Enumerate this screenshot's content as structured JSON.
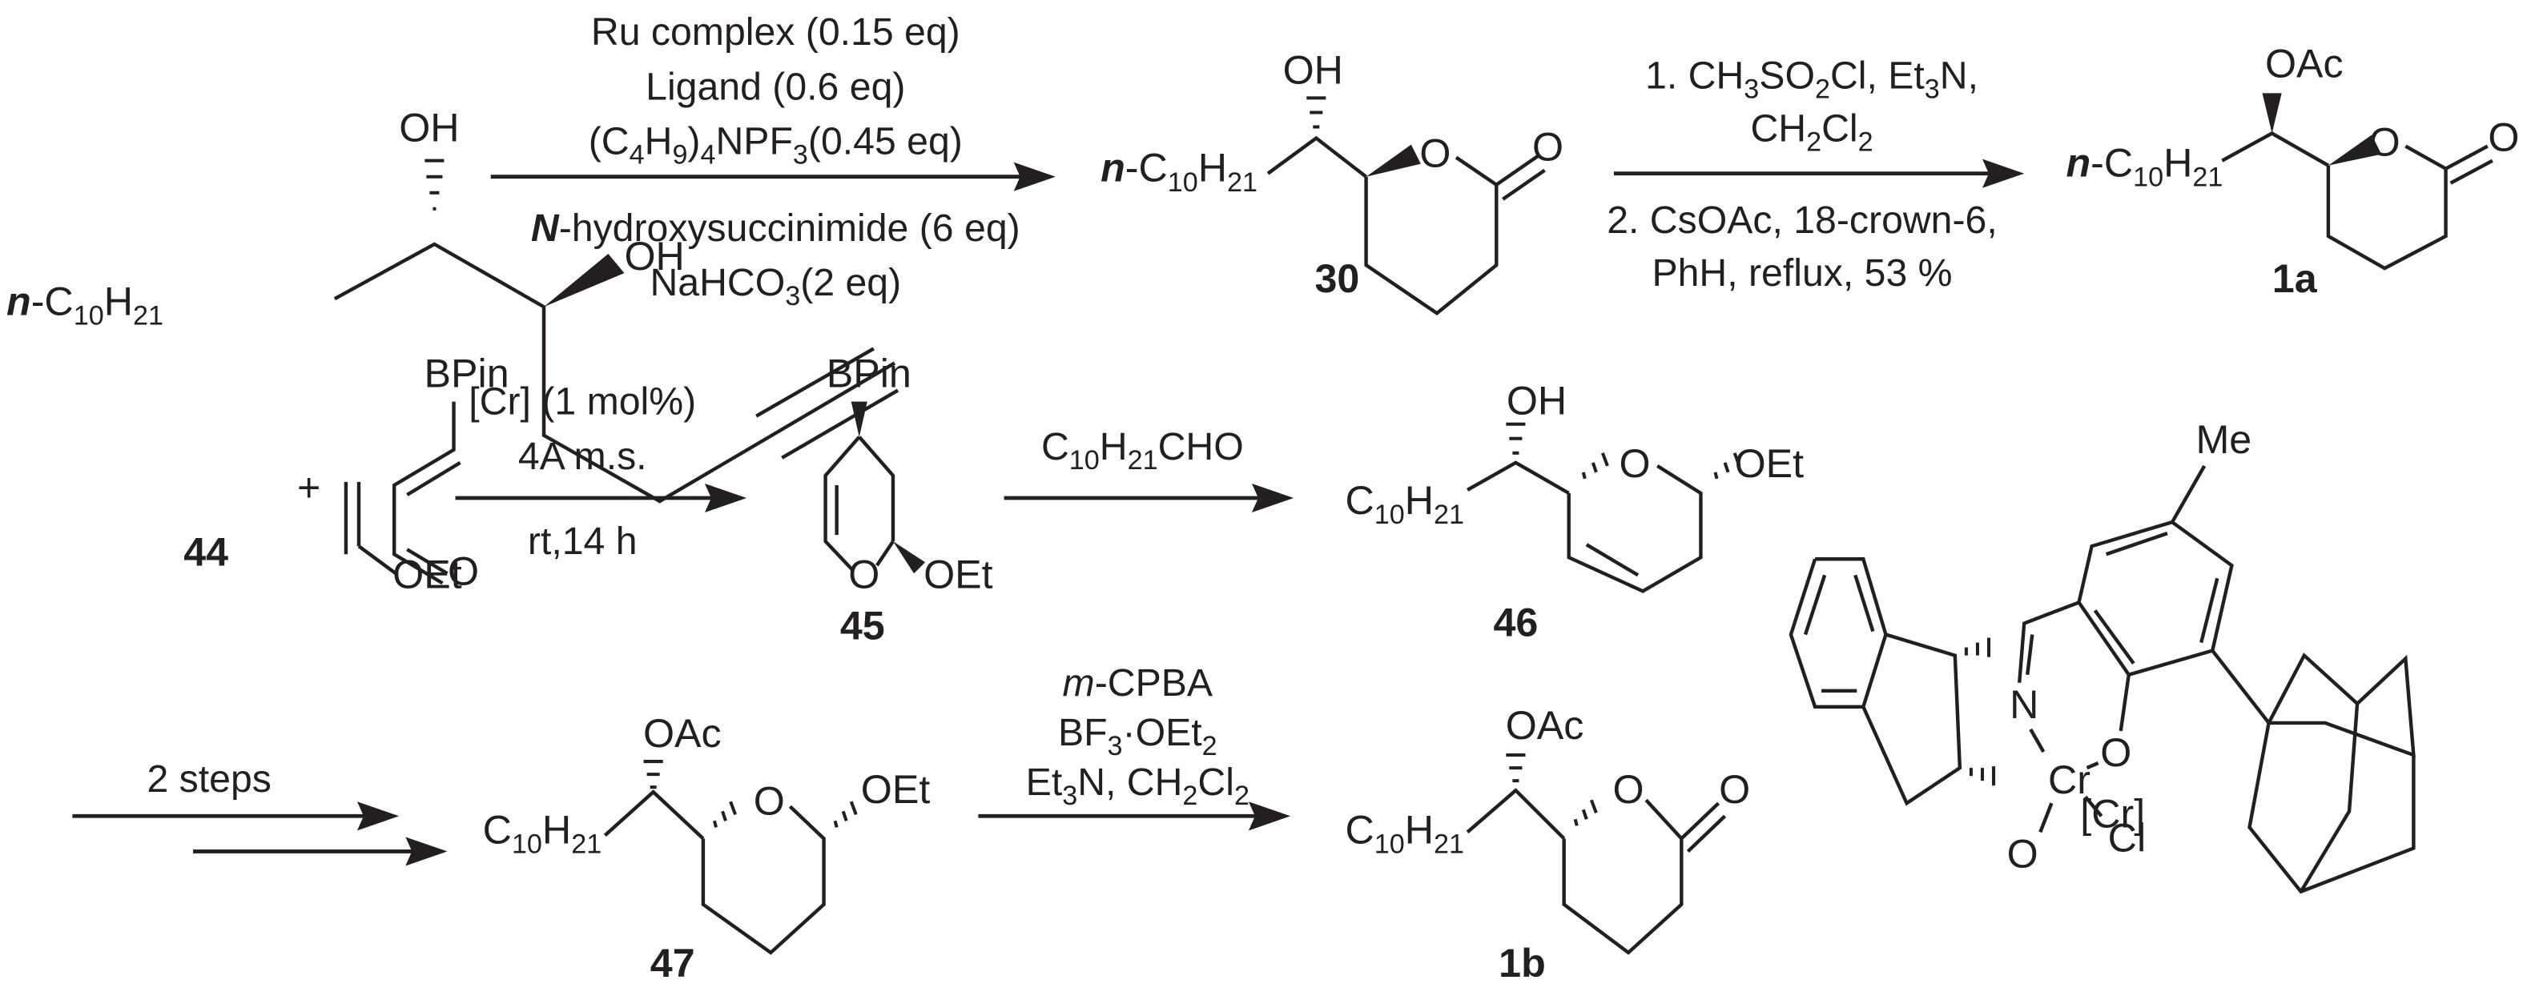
{
  "scheme": {
    "compounds": {
      "c44": {
        "label": "44",
        "alkyl_prefix": "n",
        "alkyl_c": "-C",
        "alkyl_c_sub": "10",
        "alkyl_h": "H",
        "alkyl_h_sub": "21",
        "oh1": "OH",
        "oh2": "OH"
      },
      "c30": {
        "label": "30",
        "alkyl_prefix": "n",
        "alkyl_c": "-C",
        "alkyl_c_sub": "10",
        "alkyl_h": "H",
        "alkyl_h_sub": "21",
        "oh": "OH",
        "ring_o": "O",
        "carbonyl_o": "O"
      },
      "c1a": {
        "label": "1a",
        "alkyl_prefix": "n",
        "alkyl_c": "-C",
        "alkyl_c_sub": "10",
        "alkyl_h": "H",
        "alkyl_h_sub": "21",
        "oac": "OAc",
        "ring_o": "O",
        "carbonyl_o": "O"
      },
      "boryl_enal": {
        "bpin": "BPin",
        "o": "O"
      },
      "vinyl_ether": {
        "oet": "OEt"
      },
      "plus": "+",
      "c45": {
        "label": "45",
        "bpin": "BPin",
        "ring_o": "O",
        "oet": "OEt"
      },
      "c46": {
        "label": "46",
        "alkyl_c": "C",
        "alkyl_c_sub": "10",
        "alkyl_h": "H",
        "alkyl_h_sub": "21",
        "oh": "OH",
        "ring_o": "O",
        "oet": "OEt"
      },
      "c47": {
        "label": "47",
        "alkyl_c": "C",
        "alkyl_c_sub": "10",
        "alkyl_h": "H",
        "alkyl_h_sub": "21",
        "oac": "OAc",
        "ring_o": "O",
        "oet": "OEt"
      },
      "c1b": {
        "label": "1b",
        "alkyl_c": "C",
        "alkyl_c_sub": "10",
        "alkyl_h": "H",
        "alkyl_h_sub": "21",
        "oac": "OAc",
        "ring_o": "O",
        "carbonyl_o": "O"
      },
      "catalyst": {
        "label": "[Cr]",
        "me": "Me",
        "n": "N",
        "cr": "Cr",
        "o_phenoxide": "O",
        "o_alkoxide": "O",
        "cl": "Cl"
      }
    },
    "conditions": {
      "step1": {
        "above": [
          {
            "text": "Ru complex (0.15 eq)"
          },
          {
            "text": "Ligand (0.6 eq)"
          },
          {
            "parts": [
              "(C",
              "4",
              "H",
              "9",
              ")",
              "4",
              "NPF",
              "3",
              "(0.45 eq)"
            ]
          }
        ],
        "below": [
          {
            "bold_italic": "N",
            "text": "-hydroxysuccinimide (6 eq)"
          },
          {
            "parts": [
              "NaHCO",
              "3",
              "(2 eq)"
            ]
          }
        ]
      },
      "step2": {
        "above": [
          {
            "parts": [
              "1. CH",
              "3",
              "SO",
              "2",
              "Cl, Et",
              "3",
              "N,"
            ]
          },
          {
            "parts": [
              "CH",
              "2",
              "Cl",
              "2"
            ]
          }
        ],
        "below": [
          {
            "text": "2. CsOAc, 18-crown-6,"
          },
          {
            "text": "PhH, reflux, 53 %"
          }
        ]
      },
      "step3": {
        "above": [
          {
            "text": "[Cr] (1 mol%)"
          },
          {
            "text": "4A m.s."
          }
        ],
        "below": [
          {
            "text": "rt,14 h"
          }
        ]
      },
      "step4": {
        "above": [
          {
            "parts": [
              "C",
              "10",
              "H",
              "21",
              "CHO"
            ]
          }
        ]
      },
      "step5": {
        "above": [
          {
            "text": "2 steps"
          }
        ]
      },
      "step6": {
        "above": [
          {
            "italic": "m",
            "text": "-CPBA"
          },
          {
            "parts": [
              "BF",
              "3",
              "·OEt",
              "2"
            ]
          },
          {
            "parts": [
              "Et",
              "3",
              "N, CH",
              "2",
              "Cl",
              "2"
            ]
          }
        ]
      }
    }
  }
}
